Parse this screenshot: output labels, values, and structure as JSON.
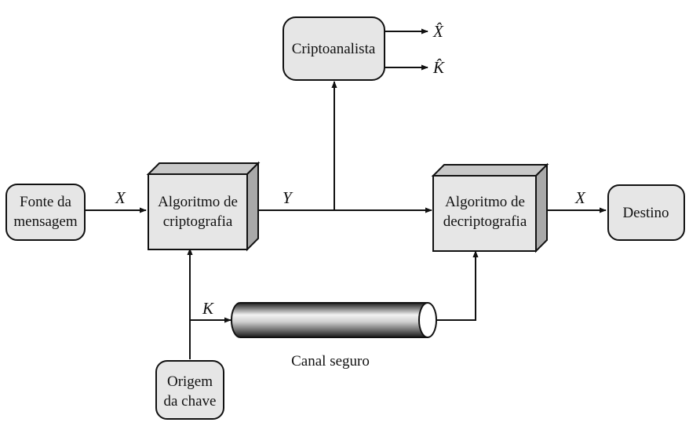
{
  "nodes": {
    "fonte": [
      "Fonte da",
      "mensagem"
    ],
    "algoritmo_cripto": [
      "Algoritmo de",
      "criptografia"
    ],
    "algoritmo_decripto": [
      "Algoritmo de",
      "decriptografia"
    ],
    "destino": "Destino",
    "criptoanalista": "Criptoanalista",
    "origem": [
      "Origem",
      "da chave"
    ],
    "canal": "Canal seguro"
  },
  "variables": {
    "x_in": "X",
    "y": "Y",
    "x_out": "X",
    "k": "K",
    "x_hat": "X̂",
    "k_hat": "K̂"
  },
  "colors": {
    "box_fill": "#e6e6e6",
    "box_side": "#a9a9a9",
    "box_top": "#c8c8c8",
    "stroke": "#111111"
  }
}
